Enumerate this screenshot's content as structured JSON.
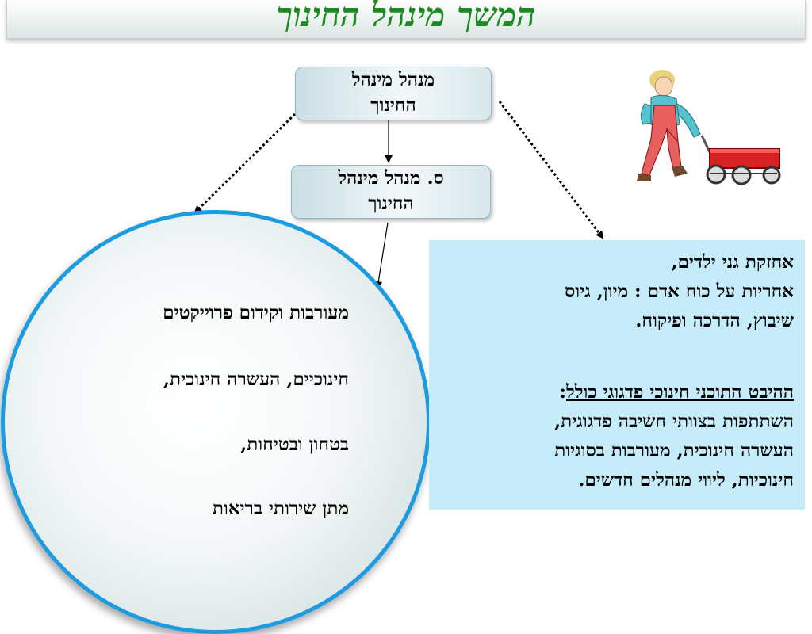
{
  "title": "המשך מינהל החינוך",
  "box_top": {
    "line1": "מנהל מינהל",
    "line2": "החינוך"
  },
  "box_deputy": {
    "line1": "ס. מנהל מינהל",
    "line2": "החינוך"
  },
  "circle_lines": [
    "מעורבות וקידום פרוייקטים",
    "חינוכיים, העשרה חינוכית,",
    "בטחון ובטיחות,",
    "מתן שירותי בריאות"
  ],
  "info_box": {
    "lines": [
      "אחזקת גני ילדים,",
      "אחריות על כוח אדם : מיון, גיוס",
      "שיבוץ, הדרכה ופיקוח."
    ],
    "heading_underlined": "ההיבט התוכני חינוכי פדגוגי כולל",
    "heading_suffix": ":",
    "lines2": [
      "השתתפות בצוותי חשיבה פדגוגית,",
      "העשרה חינוכית, מעורבות בסוגיות",
      "חינוכיות, ליווי מנהלים חדשים."
    ]
  },
  "colors": {
    "title": "#1e8a23",
    "circle_border": "#1d9be0",
    "info_background": "#c6ecfa"
  }
}
